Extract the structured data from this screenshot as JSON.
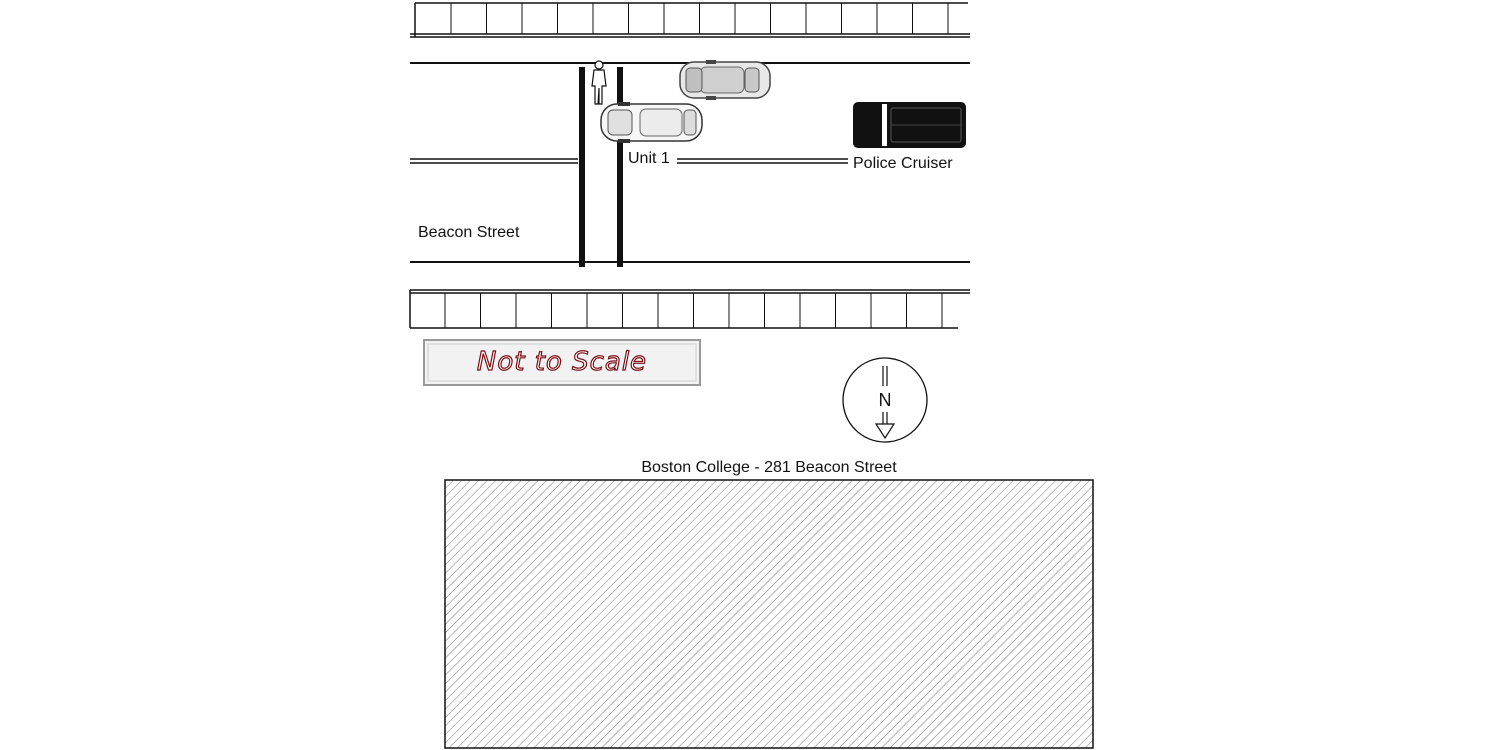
{
  "street": {
    "name": "Beacon Street"
  },
  "vehicles": {
    "unit1_label": "Unit 1",
    "police_label": "Police Cruiser"
  },
  "scale_note": "Not to Scale",
  "compass": {
    "letter": "N"
  },
  "building": {
    "label": "Boston College - 281 Beacon Street"
  },
  "colors": {
    "line": "#111111",
    "stamp_outline": "#7a0c14",
    "police_car": "#111111"
  }
}
